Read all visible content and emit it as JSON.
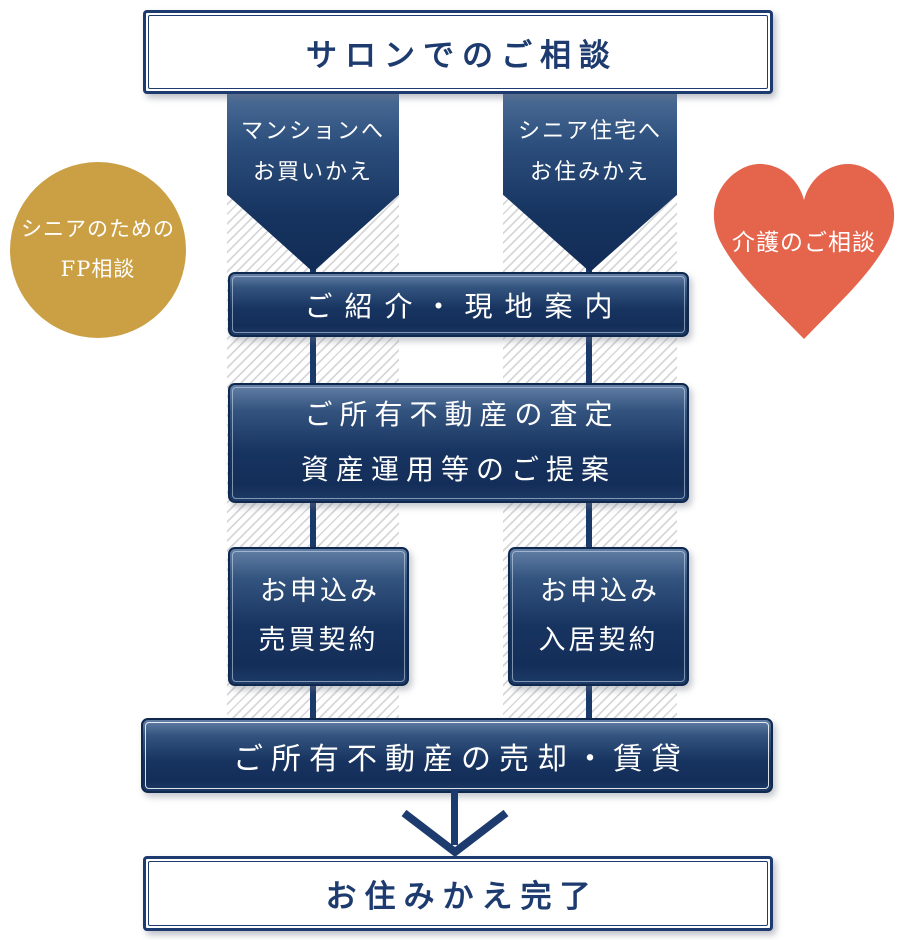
{
  "colors": {
    "navy": "#1d3b6e",
    "navy_dark": "#0f294e",
    "navy_gradient_top": "#637fa5",
    "gold": "#cba045",
    "coral": "#e5654c",
    "hatch_gray": "#d7d7d9",
    "white": "#ffffff"
  },
  "top_box": {
    "label": "サロンでのご相談"
  },
  "arrows": {
    "left": {
      "line1": "マンションへ",
      "line2": "お買いかえ"
    },
    "right": {
      "line1": "シニア住宅へ",
      "line2": "お住みかえ"
    }
  },
  "badges": {
    "fp_circle": {
      "line1": "シニアのための",
      "line2": "FP相談"
    },
    "care_heart": {
      "label": "介護のご相談"
    }
  },
  "steps": {
    "intro": {
      "label": "ご紹介・現地案内"
    },
    "assessment": {
      "line1": "ご所有不動産の査定",
      "line2": "資産運用等のご提案"
    },
    "contract_left": {
      "line1": "お申込み",
      "line2": "売買契約"
    },
    "contract_right": {
      "line1": "お申込み",
      "line2": "入居契約"
    },
    "sale": {
      "label": "ご所有不動産の売却・賃貸"
    }
  },
  "bottom_box": {
    "label": "お住みかえ完了"
  }
}
